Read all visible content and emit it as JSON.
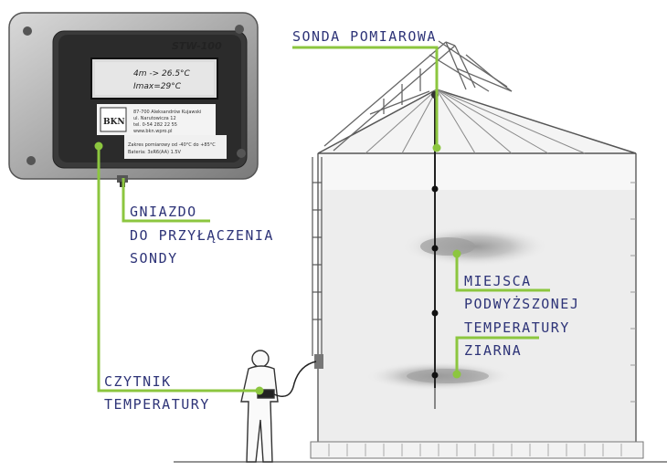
{
  "device": {
    "model": "STW-100",
    "display_line1": "4m -> 26.5°C",
    "display_line2": "Imax=29°C",
    "logo": "BKN",
    "address_lines": [
      "87-700 Aleksandrów Kujawski",
      "ul. Narutowicza 12",
      "tel. 0-54 282 22 55",
      "www.bkn.wpro.pl"
    ],
    "spec_lines": [
      "Zakres pomiarowy od -40°C do +85°C",
      "Bateria: 3xR6(AA) 1.5V"
    ]
  },
  "labels": {
    "probe": "SONDA POMIAROWA",
    "socket_line1": "GNIAZDO",
    "socket_line2": "DO PRZYŁĄCZENIA",
    "socket_line3": "SONDY",
    "hotspot_line1": "MIEJSCA",
    "hotspot_line2": "PODWYŻSZONEJ",
    "hotspot_line3": "TEMPERATURY",
    "hotspot_line4": "ZIARNA",
    "reader_line1": "CZYTNIK",
    "reader_line2": "TEMPERATURY"
  },
  "colors": {
    "label_text": "#2e3478",
    "leader": "#8cc63f"
  }
}
